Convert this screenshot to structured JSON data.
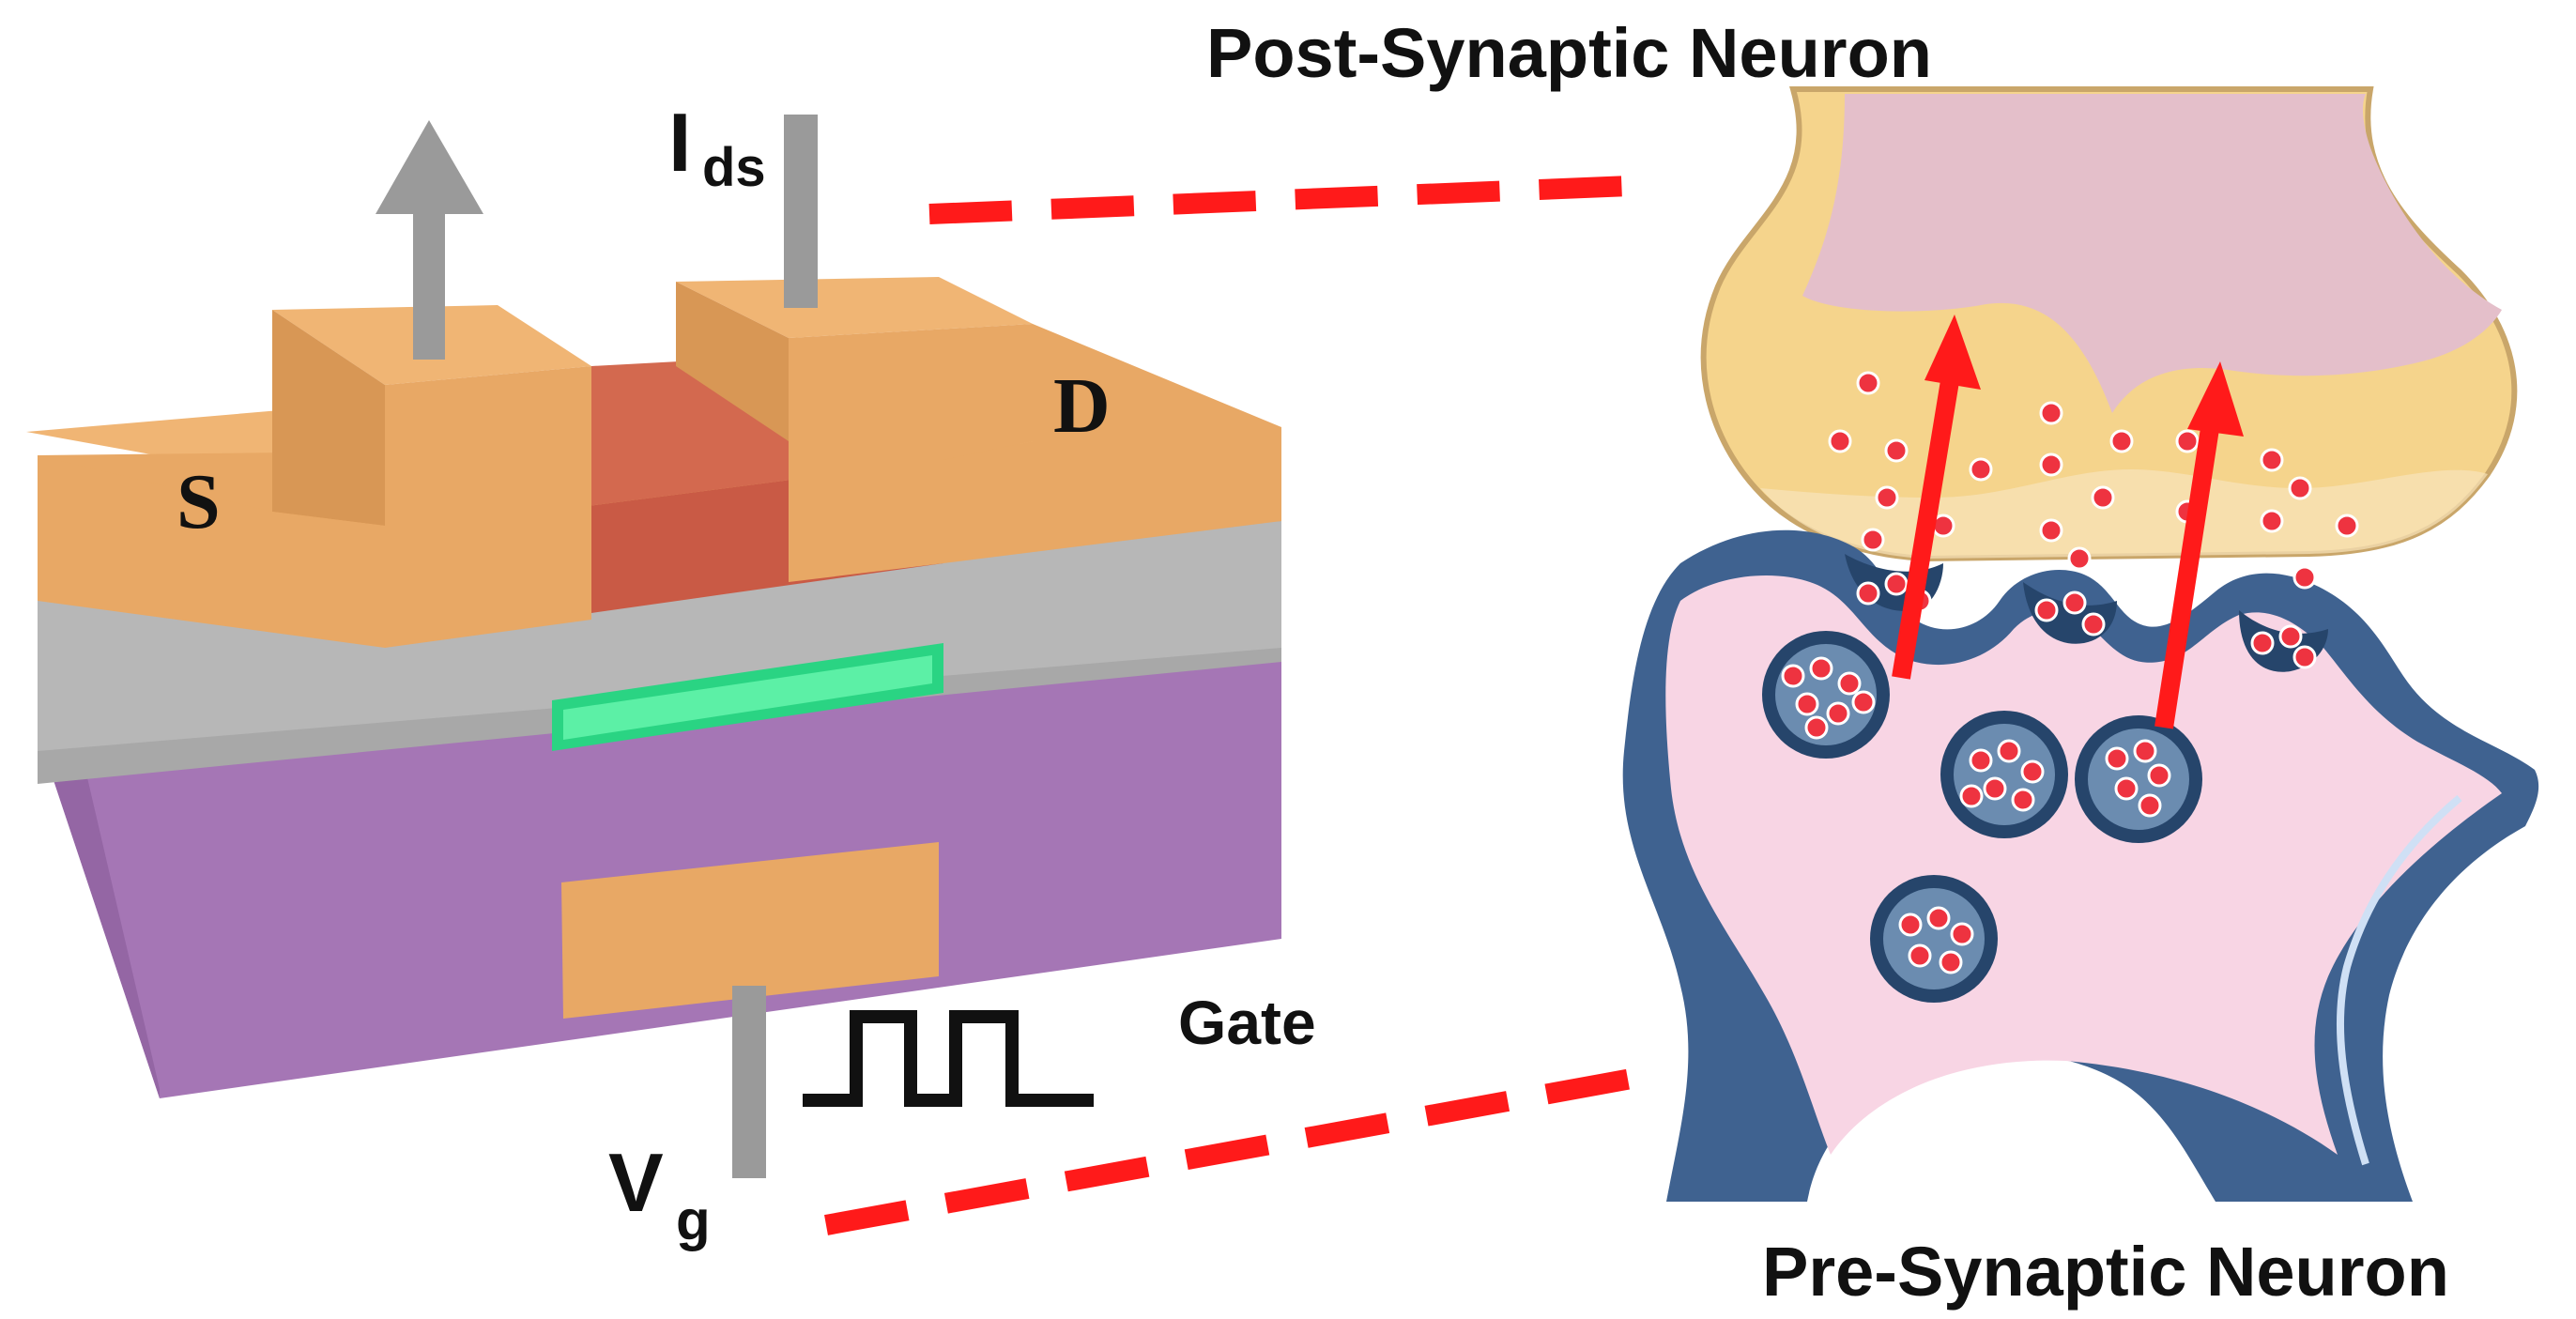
{
  "labels": {
    "source": "S",
    "drain": "D",
    "ids_main": "I",
    "ids_sub": "ds",
    "vg_main": "V",
    "vg_sub": "g",
    "gate": "Gate",
    "post_neuron": "Post-Synaptic Neuron",
    "pre_neuron": "Pre-Synaptic Neuron"
  },
  "colors": {
    "electrode": "#e8a865",
    "electrode_top": "#f0b574",
    "channel": "#c95a45",
    "dielectric": "#b4b4b4",
    "storage_layer": "#33e08a",
    "substrate": "#a576b5",
    "arrow_gray": "#9a9a9a",
    "dash_red": "#ff1a1a",
    "post_neuron_outer": "#f5d48c",
    "post_neuron_inner": "#e4bfca",
    "pre_neuron_outer": "#3f6290",
    "pre_neuron_inner": "#f8d5e4",
    "vesicle": "#6b8cb0",
    "neurotransmitter": "#ee3340"
  },
  "icons": [
    "current-arrow-icon",
    "pulse-waveform-icon",
    "signal-arrow-icon"
  ]
}
